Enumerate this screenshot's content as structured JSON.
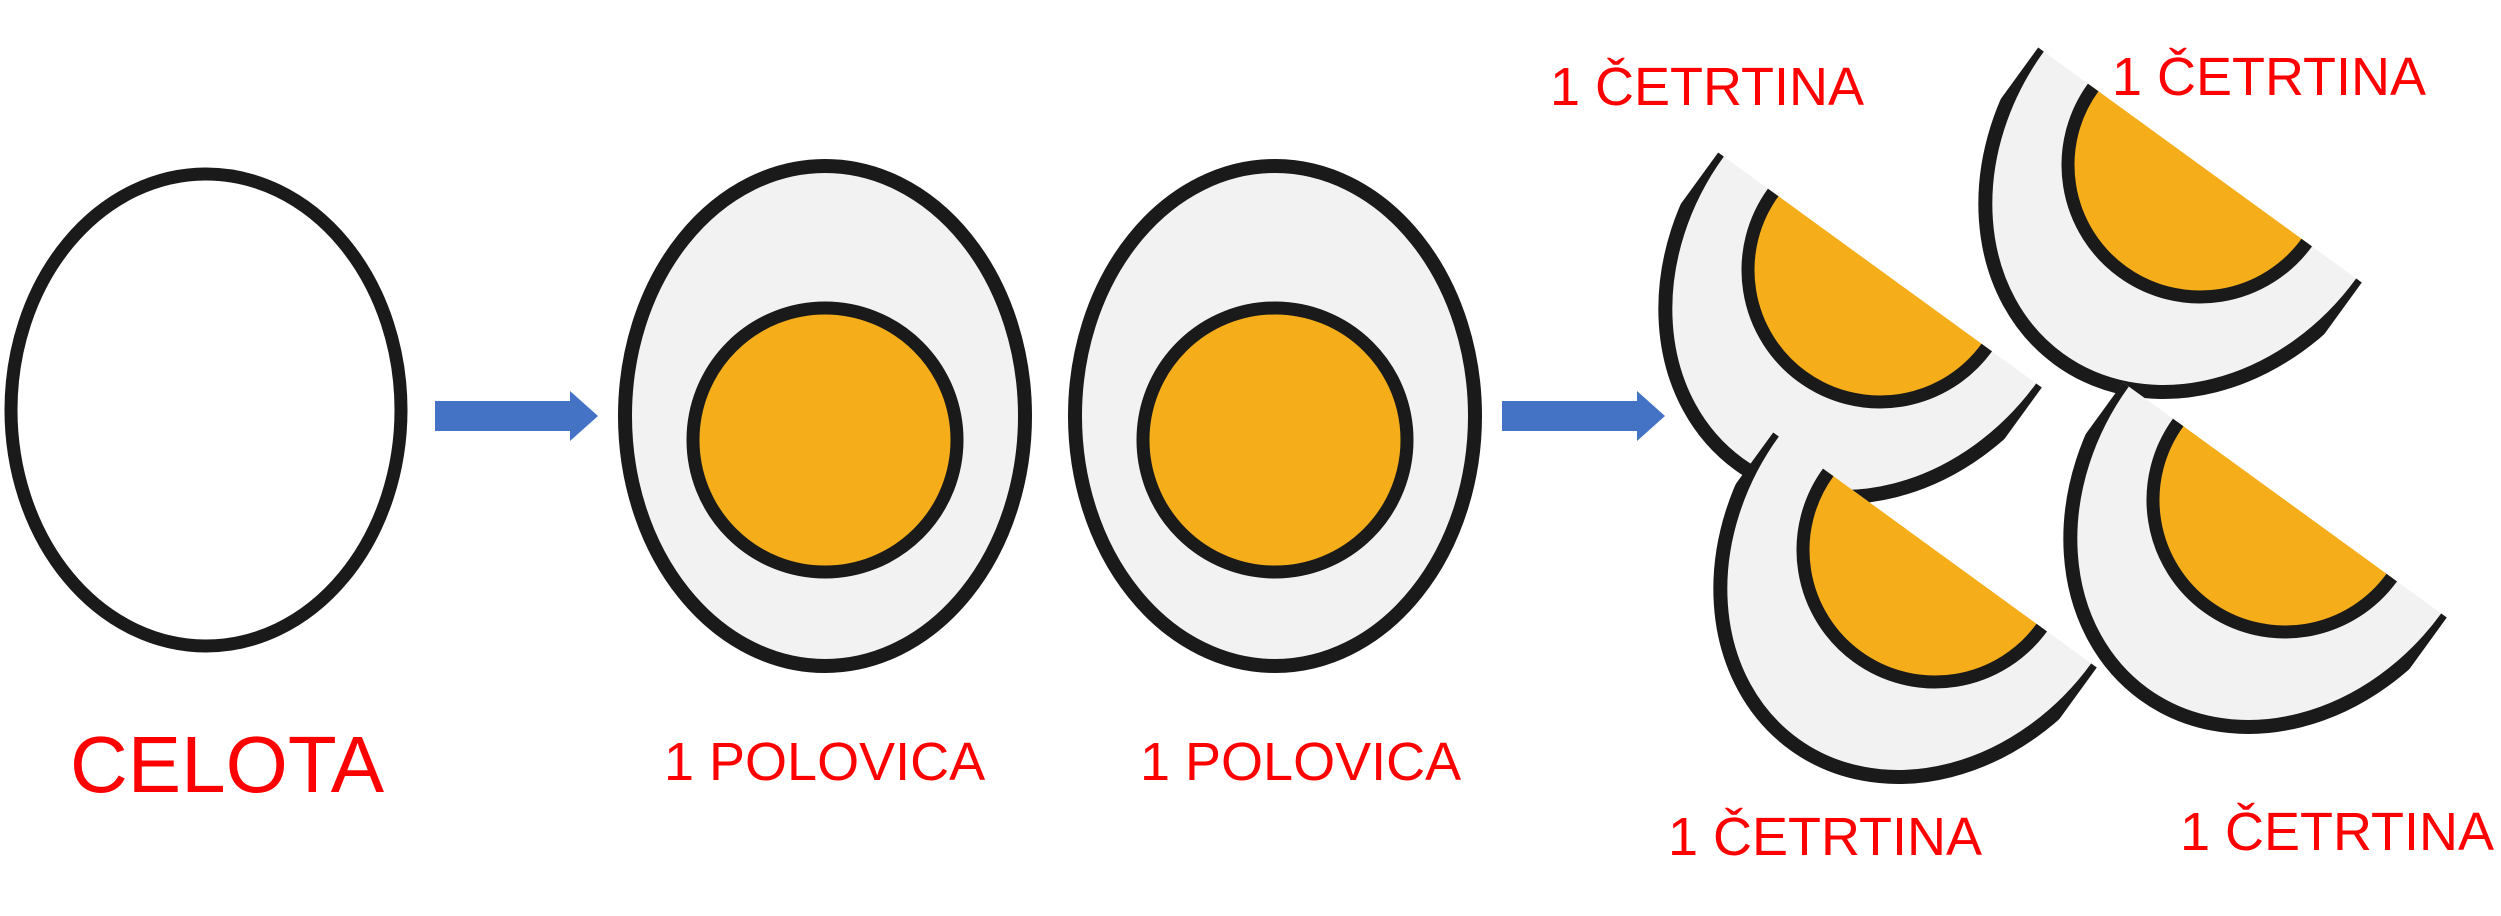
{
  "labels": {
    "whole": "CELOTA",
    "half_1": "1 POLOVICA",
    "half_2": "1 POLOVICA",
    "quarter_1": "1 ČETRTINA",
    "quarter_2": "1 ČETRTINA",
    "quarter_3": "1 ČETRTINA",
    "quarter_4": "1 ČETRTINA"
  },
  "colors": {
    "label": "#ff0000",
    "arrow": "#4472c4",
    "outline": "#1a1a1a",
    "white": "#f2f2f2",
    "yolk": "#f5ae1a"
  }
}
